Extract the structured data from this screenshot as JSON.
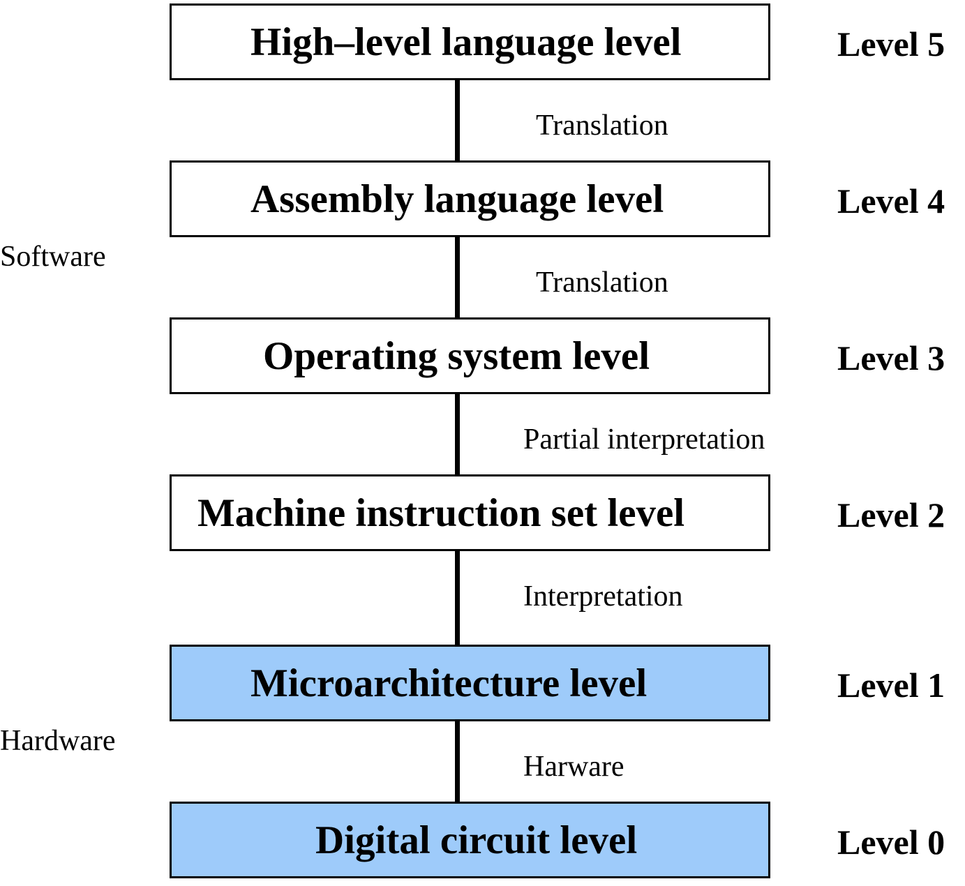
{
  "colors": {
    "software_fill": "#ffffff",
    "hardware_fill": "#9ecbfa",
    "stroke": "#000000"
  },
  "groups": {
    "software": "Software",
    "hardware": "Hardware"
  },
  "levels": [
    {
      "name": "High–level language level",
      "level": "Level 5",
      "group": "software"
    },
    {
      "name": "Assembly language level",
      "level": "Level 4",
      "group": "software"
    },
    {
      "name": "Operating system level",
      "level": "Level 3",
      "group": "software"
    },
    {
      "name": "Machine instruction set level",
      "level": "Level 2",
      "group": "software"
    },
    {
      "name": "Microarchitecture level",
      "level": "Level 1",
      "group": "hardware"
    },
    {
      "name": "Digital circuit level",
      "level": "Level 0",
      "group": "hardware"
    }
  ],
  "transitions": [
    {
      "from": "Level 5",
      "to": "Level 4",
      "label": "Translation"
    },
    {
      "from": "Level 4",
      "to": "Level 3",
      "label": "Translation"
    },
    {
      "from": "Level 3",
      "to": "Level 2",
      "label": "Partial interpretation"
    },
    {
      "from": "Level 2",
      "to": "Level 1",
      "label": "Interpretation"
    },
    {
      "from": "Level 1",
      "to": "Level 0",
      "label": "Harware"
    }
  ]
}
